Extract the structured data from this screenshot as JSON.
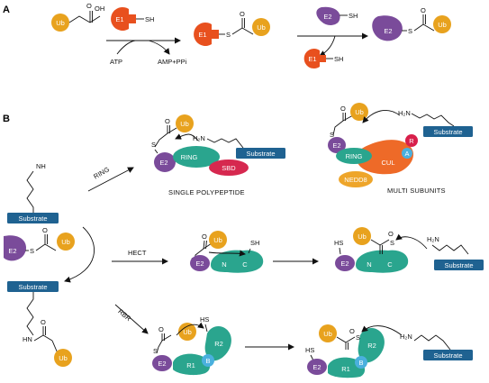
{
  "panels": {
    "a": "A",
    "b": "B"
  },
  "molecules": {
    "ub": "Ub",
    "e1": "E1",
    "e2": "E2",
    "sh": "SH",
    "hs": "HS",
    "s": "S",
    "o": "O",
    "oh": "OH",
    "nh": "NH",
    "hn": "HN",
    "h2n": "H₂N",
    "substrate": "Substrate"
  },
  "reagents": {
    "atp": "ATP",
    "amp_ppi": "AMP+PPi"
  },
  "domains": {
    "ring": "RING",
    "sbd": "SBD",
    "cul": "CUL",
    "nedd8": "NEDD8",
    "r": "R",
    "a": "A",
    "n": "N",
    "c": "C",
    "r1": "R1",
    "r2": "R2",
    "b": "B"
  },
  "pathways": {
    "ring": "RING",
    "hect": "HECT",
    "rbr": "RBR"
  },
  "captions": {
    "single": "SINGLE POLYPEPTIDE",
    "multi": "MULTI SUBUNITS"
  },
  "colors": {
    "ub": "#e8a21e",
    "e1": "#e8501e",
    "e2": "#7a4b9a",
    "substrate": "#1f6291",
    "teal": "#2aa58e",
    "sbd": "#d6284f",
    "cul": "#ee6a28",
    "nedd8": "#eea52a",
    "r_sub": "#d81f4a",
    "a_sub": "#4ab0de",
    "b_dom": "#4ab0de"
  }
}
